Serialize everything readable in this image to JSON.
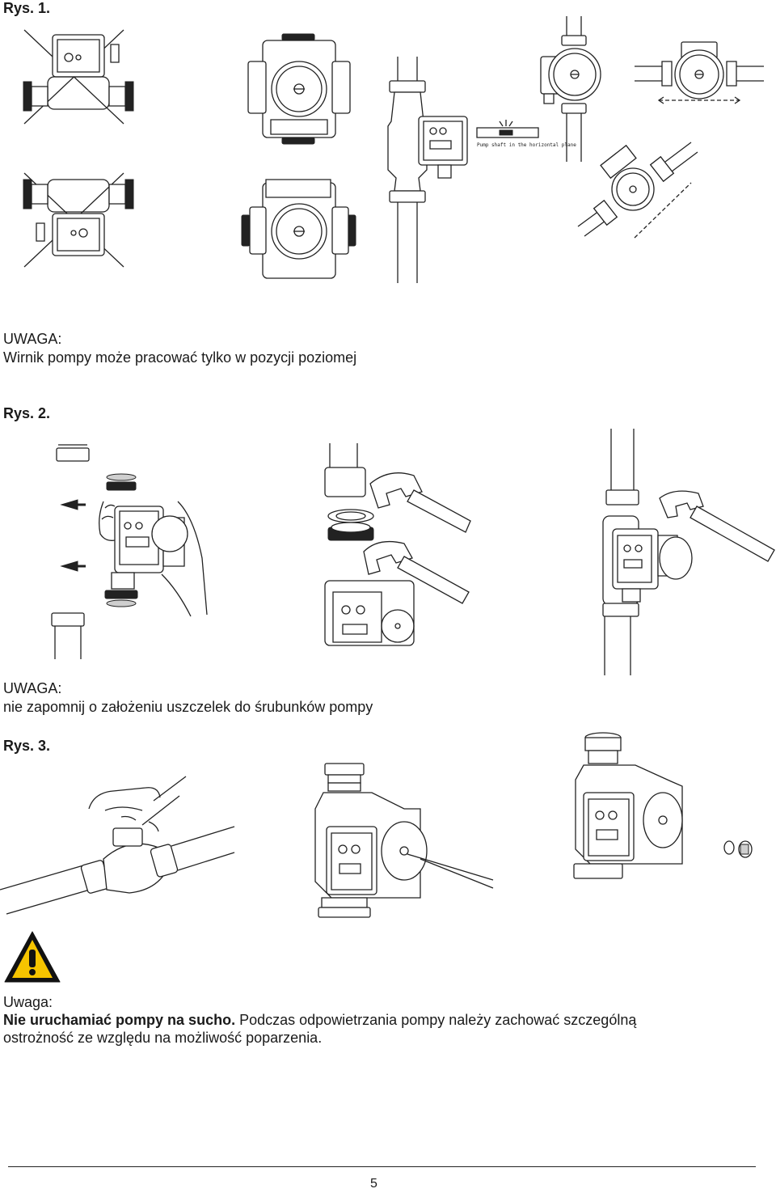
{
  "fig1": {
    "title": "Rys. 1.",
    "inline_caption": "Pump shaft in the horizontal plane",
    "note_label": "UWAGA:",
    "note_text": "Wirnik pompy może pracować tylko w pozycji poziomej"
  },
  "fig2": {
    "title": "Rys. 2.",
    "note_label": "UWAGA:",
    "note_text": "nie zapomnij o założeniu uszczelek do śrubunków pompy"
  },
  "fig3": {
    "title": "Rys. 3."
  },
  "warning": {
    "icon": "warning-triangle-icon",
    "label": "Uwaga:",
    "bold_text": "Nie uruchamiać pompy na sucho.",
    "text_line1": " Podczas odpowietrzania pompy należy zachować szczególną",
    "text_line2": "ostrożność ze względu na możliwość poparzenia."
  },
  "footer": {
    "page_number": "5"
  }
}
